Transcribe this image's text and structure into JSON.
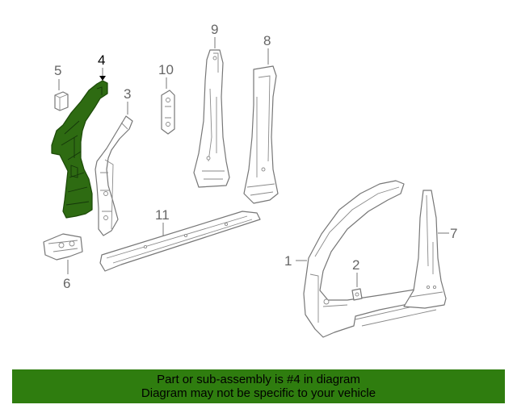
{
  "diagram": {
    "callouts": [
      {
        "id": "1",
        "label": "1"
      },
      {
        "id": "2",
        "label": "2"
      },
      {
        "id": "3",
        "label": "3"
      },
      {
        "id": "4",
        "label": "4"
      },
      {
        "id": "5",
        "label": "5"
      },
      {
        "id": "6",
        "label": "6"
      },
      {
        "id": "7",
        "label": "7"
      },
      {
        "id": "8",
        "label": "8"
      },
      {
        "id": "9",
        "label": "9"
      },
      {
        "id": "10",
        "label": "10"
      },
      {
        "id": "11",
        "label": "11"
      }
    ],
    "highlighted_part": "4",
    "highlight_color": "#2e6b12",
    "line_color": "#777777"
  },
  "banner": {
    "line1": "Part or sub-assembly is #4 in diagram",
    "line2": "Diagram may not be specific to your vehicle",
    "background": "#2f7d0f"
  }
}
